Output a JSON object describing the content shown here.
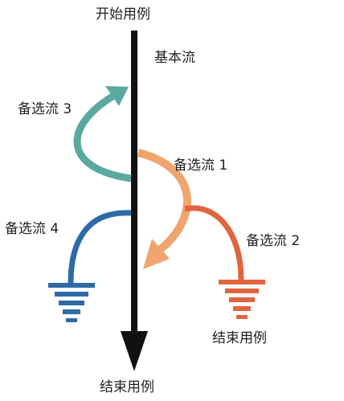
{
  "labels": {
    "start_use_case": "开始用例",
    "basic_flow": "基本流",
    "alt_flow_3": "备选流 3",
    "alt_flow_1": "备选流 1",
    "alt_flow_4": "备选流 4",
    "alt_flow_2": "备选流 2",
    "end_use_case_right": "结束用例",
    "end_use_case_bottom": "结束用例"
  },
  "colors": {
    "basic_flow": "#111111",
    "alt_flow_3": "#5aa9a0",
    "alt_flow_1": "#f0a46e",
    "alt_flow_4": "#2f6aa8",
    "alt_flow_2": "#e2643e"
  }
}
